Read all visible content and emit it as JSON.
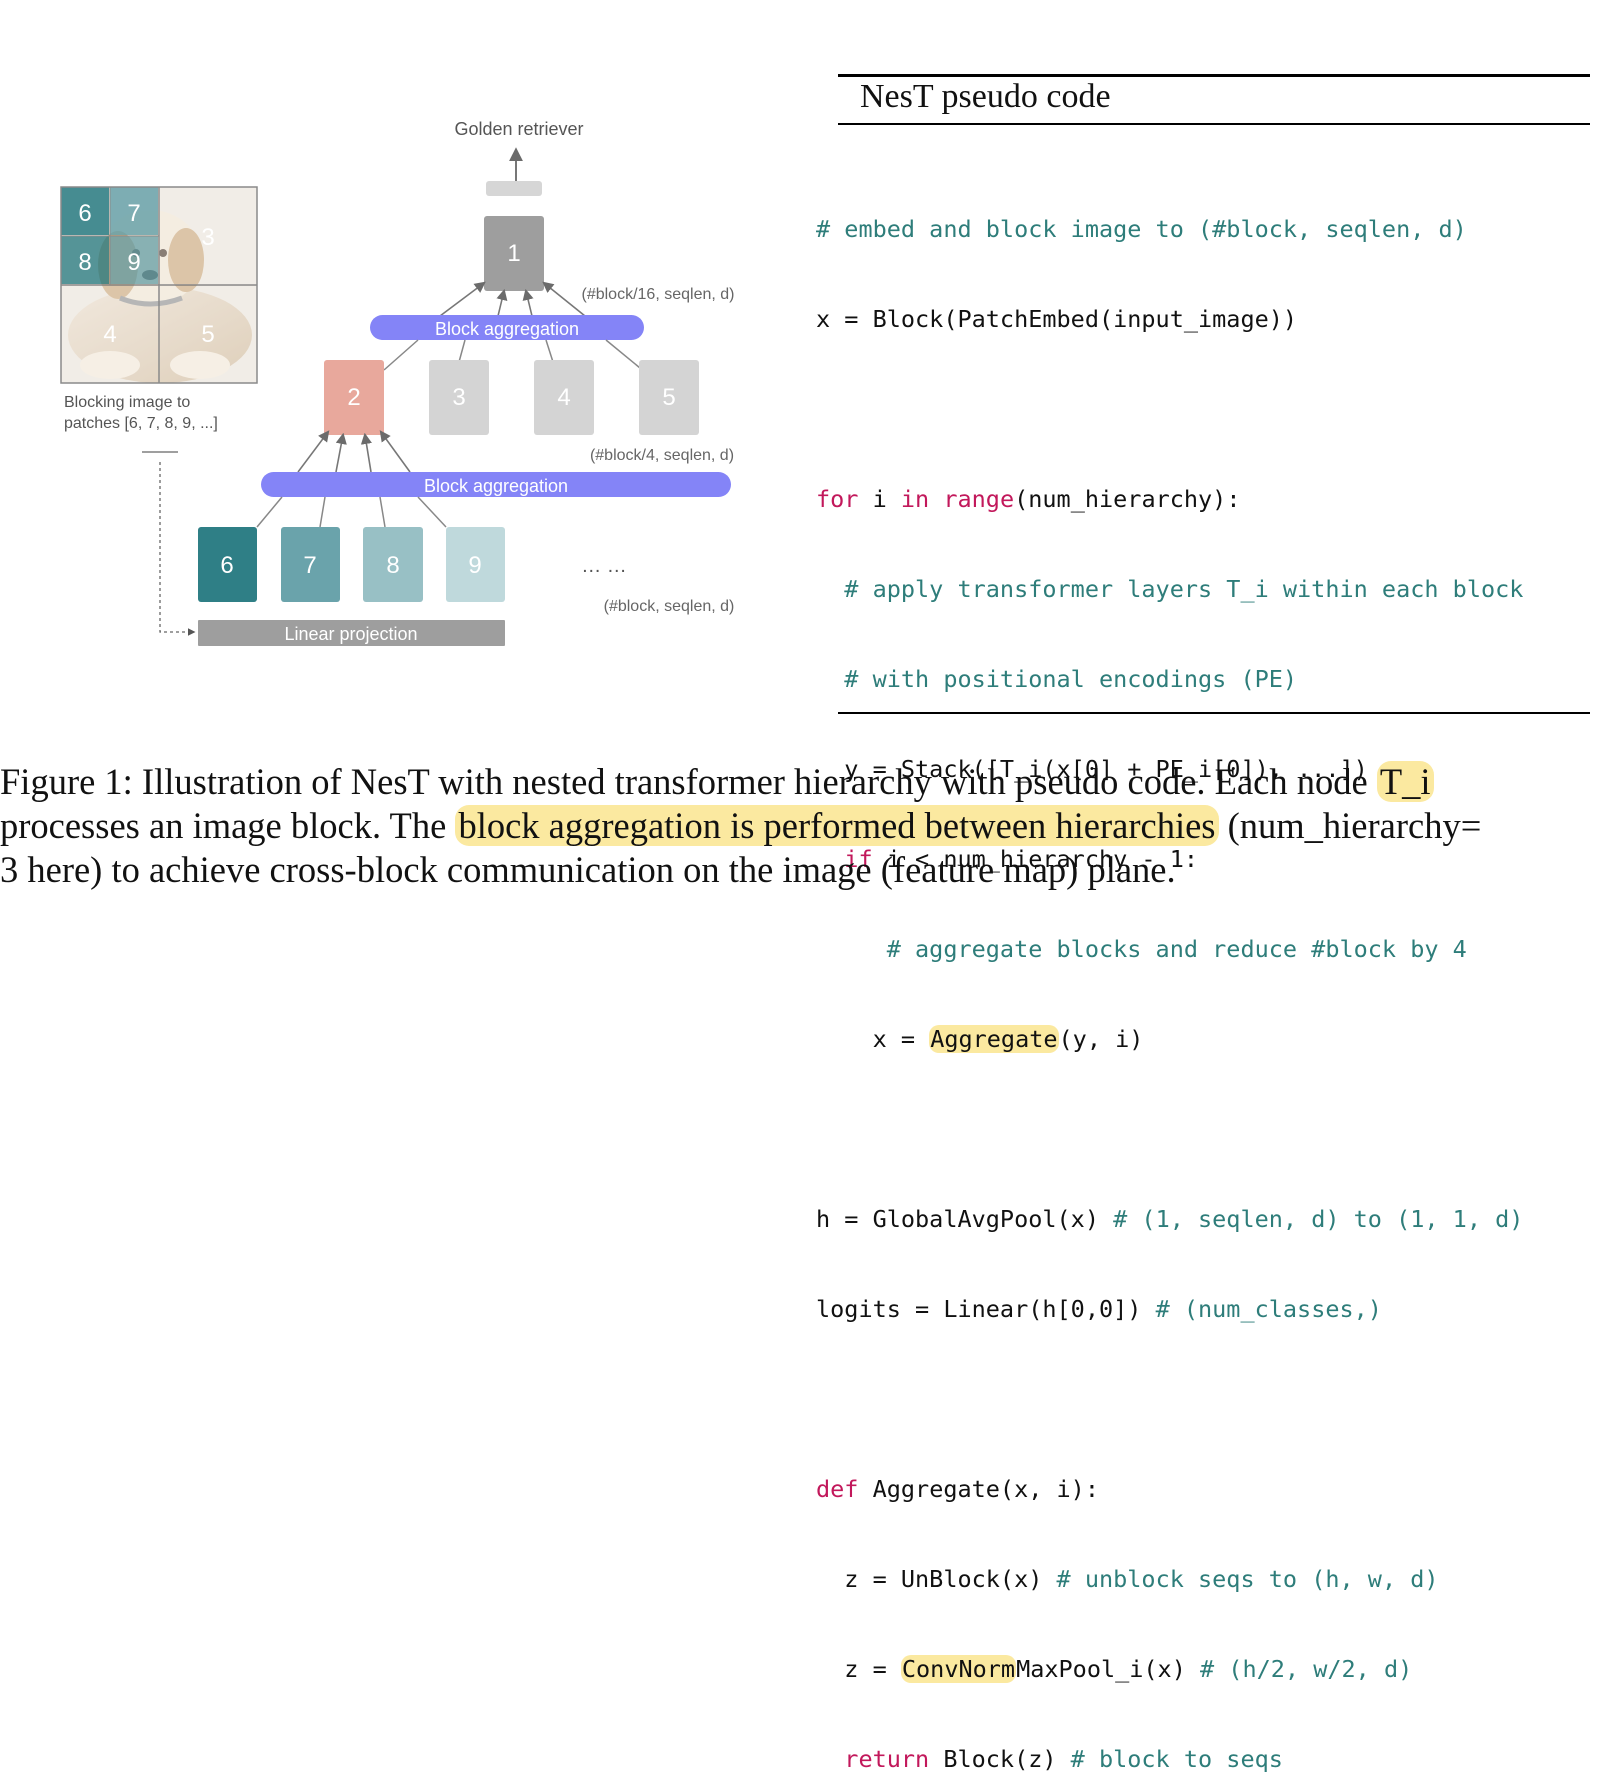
{
  "diagram": {
    "top_label": "Golden retriever",
    "image_cells": [
      "6",
      "7",
      "8",
      "9",
      "3",
      "4",
      "5"
    ],
    "image_caption_line1": "Blocking image to",
    "image_caption_line2": "patches [6, 7, 8, 9, ...]",
    "node_top": "1",
    "level2_nodes": [
      "2",
      "3",
      "4",
      "5"
    ],
    "level1_nodes": [
      "6",
      "7",
      "8",
      "9"
    ],
    "agg_upper": "Block aggregation",
    "agg_lower": "Block aggregation",
    "shape_top": "(#block/16, seqlen, d)",
    "shape_mid": "(#block/4, seqlen, d)",
    "shape_bottom": "(#block, seqlen, d)",
    "ellipsis": "… …",
    "projection": "Linear projection",
    "colors": {
      "level1": [
        "#2f7f86",
        "#6aa3ab",
        "#98c0c5",
        "#bfd9dc"
      ],
      "node2": "#e8a89c",
      "grey_node": "#d4d4d4",
      "top_node": "#9e9e9e",
      "aggregation": "#8484f7",
      "projection": "#9e9e9e"
    }
  },
  "code": {
    "title": "NesT pseudo code",
    "l1": "# embed and block image to (#block, seqlen, d)",
    "l2": "x = Block(PatchEmbed(input_image))",
    "l4_kw1": "for",
    "l4_a": " i ",
    "l4_kw2": "in",
    "l4_b": " ",
    "l4_kw3": "range",
    "l4_c": "(num_hierarchy):",
    "l5": "  # apply transformer layers T_i within each block",
    "l6": "  # with positional encodings (PE)",
    "l7": "  y = Stack([T_i(x[0] + PE_i[0]), ...])",
    "l8_indent": "  ",
    "l8_kw": "if",
    "l8_rest": " i < num_hierarchy - 1:",
    "l9": "     # aggregate blocks and reduce #block by 4",
    "l10_a": "    x = ",
    "l10_hl": "Aggregate",
    "l10_b": "(y, i)",
    "l12_a": "h = GlobalAvgPool(x) ",
    "l12_cm": "# (1, seqlen, d) to (1, 1, d)",
    "l13_a": "logits = Linear(h[0,0]) ",
    "l13_cm": "# (num_classes,)",
    "l15_kw": "def",
    "l15_rest": " Aggregate(x, i):",
    "l16_a": "  z = UnBlock(x) ",
    "l16_cm": "# unblock seqs to (h, w, d)",
    "l17_a": "  z = ",
    "l17_hl": "ConvNorm",
    "l17_b": "MaxPool_i(x) ",
    "l17_cm": "# (h/2, w/2, d)",
    "l18_indent": "  ",
    "l18_kw": "return",
    "l18_a": " Block(z) ",
    "l18_cm": "# block to seqs"
  },
  "caption": {
    "line1_a": "Figure 1: Illustration of NesT with nested transformer hierarchy with pseudo code. Each node ",
    "line1_hl": "T_i",
    "line2_a": "processes an image block. The ",
    "line2_hl": "block aggregation is performed between hierarchies",
    "line2_b": " (num_hierarchy=",
    "line3": "3 here) to achieve cross-block communication on the image (feature map) plane."
  }
}
